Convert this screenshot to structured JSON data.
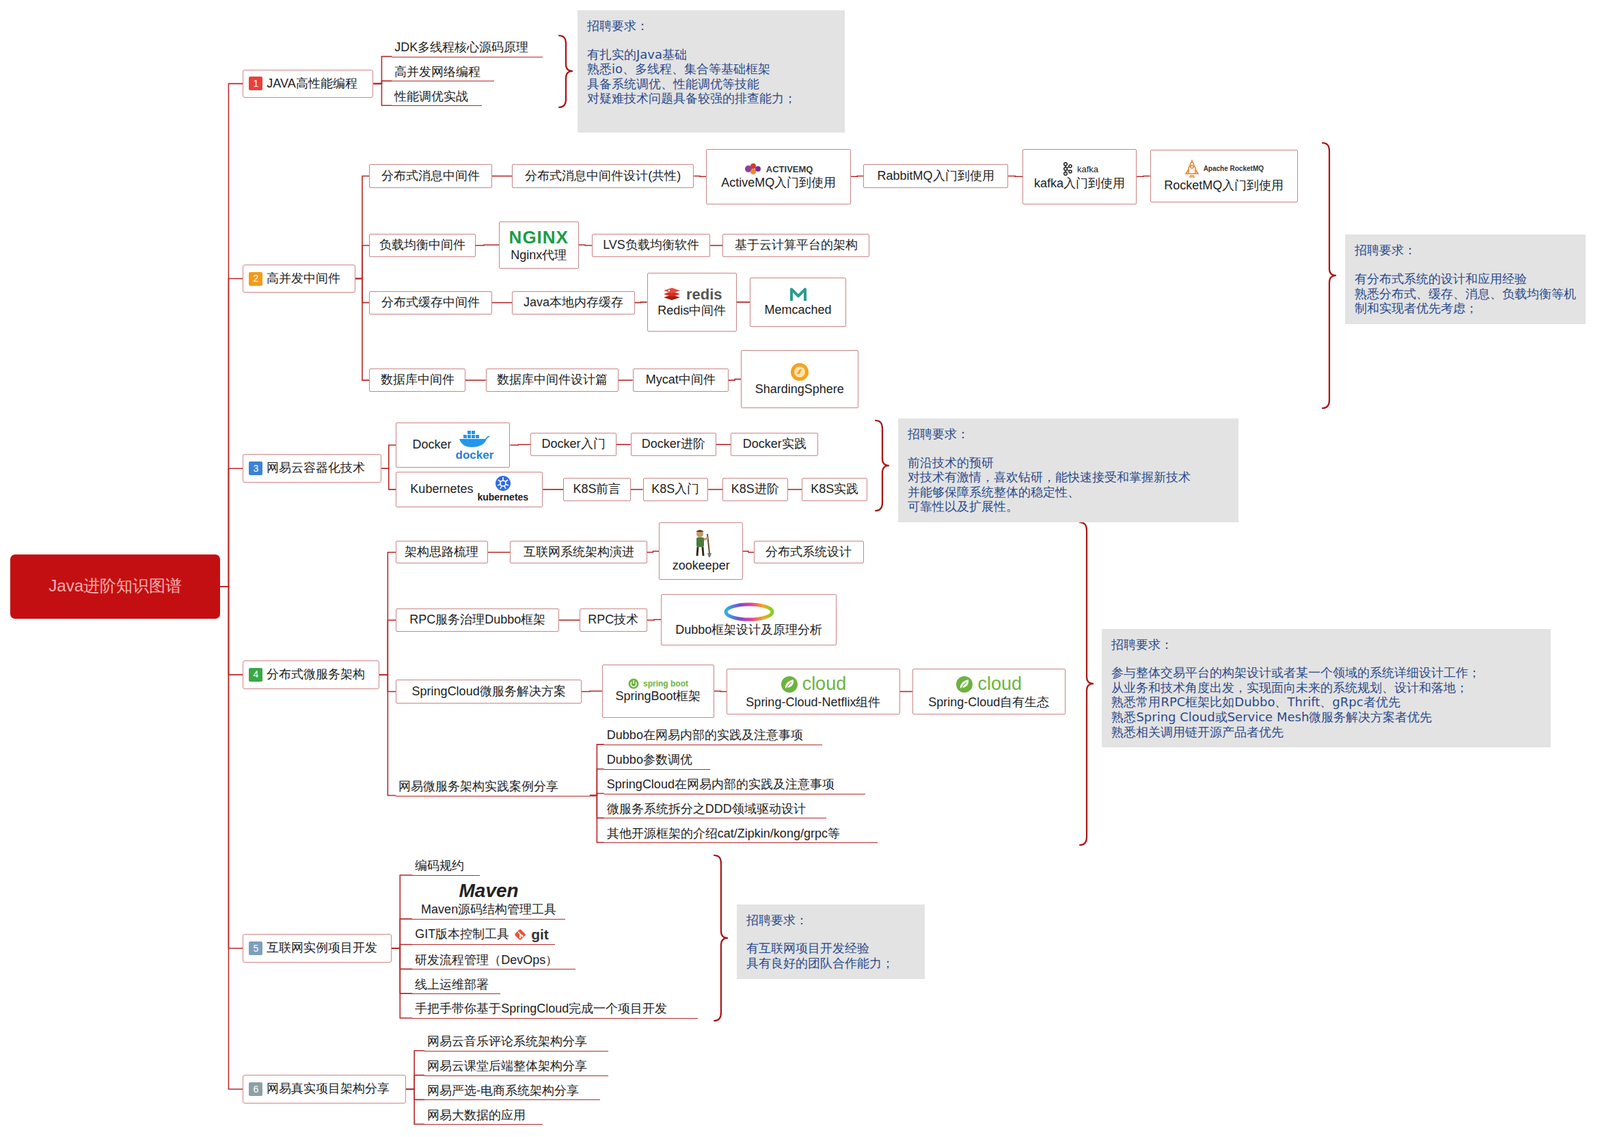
{
  "diagram": {
    "nodes": [
      {
        "text": [
          "Java进阶知识图谱"
        ]
      },
      {
        "text": [
          "1",
          "JAVA高性能编程"
        ]
      },
      {
        "text": [
          "JDK多线程核心源码原理"
        ]
      },
      {
        "text": [
          "高并发网络编程"
        ]
      },
      {
        "text": [
          "性能调优实战"
        ]
      },
      {
        "text": [
          "招聘要求：",
          "有扎实的Java基础",
          "熟悉io、多线程、集合等基础框架",
          "具备系统调优、性能调优等技能",
          "对疑难技术问题具备较强的排查能力；"
        ]
      },
      {
        "text": [
          "2",
          "高并发中间件"
        ]
      },
      {
        "text": [
          "分布式消息中间件"
        ]
      },
      {
        "text": [
          "分布式消息中间件设计(共性)"
        ]
      },
      {
        "text": [
          "ACTIVEMQ",
          "ActiveMQ入门到使用"
        ]
      },
      {
        "text": [
          "RabbitMQ入门到使用"
        ]
      },
      {
        "text": [
          "kafka",
          "kafka入门到使用"
        ]
      },
      {
        "text": [
          "Apache RocketMQ",
          "RocketMQ入门到使用"
        ]
      },
      {
        "text": [
          "负载均衡中间件"
        ]
      },
      {
        "text": [
          "NGINX",
          "Nginx代理"
        ]
      },
      {
        "text": [
          "LVS负载均衡软件"
        ]
      },
      {
        "text": [
          "基于云计算平台的架构"
        ]
      },
      {
        "text": [
          "分布式缓存中间件"
        ]
      },
      {
        "text": [
          "Java本地内存缓存"
        ]
      },
      {
        "text": [
          "redis",
          "Redis中间件"
        ]
      },
      {
        "text": [
          "Memcached"
        ]
      },
      {
        "text": [
          "数据库中间件"
        ]
      },
      {
        "text": [
          "数据库中间件设计篇"
        ]
      },
      {
        "text": [
          "Mycat中间件"
        ]
      },
      {
        "text": [
          "ShardingSphere"
        ]
      },
      {
        "text": [
          "招聘要求：",
          "有分布式系统的设计和应用经验",
          "熟悉分布式、缓存、消息、负载均衡等机制和实现者优先考虑；"
        ]
      },
      {
        "text": [
          "3",
          "网易云容器化技术"
        ]
      },
      {
        "text": [
          "Docker",
          "docker"
        ]
      },
      {
        "text": [
          "Docker入门"
        ]
      },
      {
        "text": [
          "Docker进阶"
        ]
      },
      {
        "text": [
          "Docker实践"
        ]
      },
      {
        "text": [
          "Kubernetes",
          "kubernetes"
        ]
      },
      {
        "text": [
          "K8S前言"
        ]
      },
      {
        "text": [
          "K8S入门"
        ]
      },
      {
        "text": [
          "K8S进阶"
        ]
      },
      {
        "text": [
          "K8S实践"
        ]
      },
      {
        "text": [
          "招聘要求：",
          "前沿技术的预研",
          "对技术有激情，喜欢钻研，能快速接受和掌握新技术",
          "并能够保障系统整体的稳定性、",
          "可靠性以及扩展性。"
        ]
      },
      {
        "text": [
          "4",
          "分布式微服务架构"
        ]
      },
      {
        "text": [
          "架构思路梳理"
        ]
      },
      {
        "text": [
          "互联网系统架构演进"
        ]
      },
      {
        "text": [
          "zookeeper"
        ]
      },
      {
        "text": [
          "分布式系统设计"
        ]
      },
      {
        "text": [
          "RPC服务治理Dubbo框架"
        ]
      },
      {
        "text": [
          "RPC技术"
        ]
      },
      {
        "text": [
          "Dubbo框架设计及原理分析"
        ]
      },
      {
        "text": [
          "SpringCloud微服务解决方案"
        ]
      },
      {
        "text": [
          "spring boot",
          "SpringBoot框架"
        ]
      },
      {
        "text": [
          "cloud",
          "Spring-Cloud-Netflix组件"
        ]
      },
      {
        "text": [
          "cloud",
          "Spring-Cloud自有生态"
        ]
      },
      {
        "text": [
          "网易微服务架构实践案例分享"
        ]
      },
      {
        "text": [
          "Dubbo在网易内部的实践及注意事项"
        ]
      },
      {
        "text": [
          "Dubbo参数调优"
        ]
      },
      {
        "text": [
          "SpringCloud在网易内部的实践及注意事项"
        ]
      },
      {
        "text": [
          "微服务系统拆分之DDD领域驱动设计"
        ]
      },
      {
        "text": [
          "其他开源框架的介绍cat/Zipkin/kong/grpc等"
        ]
      },
      {
        "text": [
          "招聘要求：",
          "参与整体交易平台的构架设计或者某一个领域的系统详细设计工作；",
          "从业务和技术角度出发，实现面向未来的系统规划、设计和落地；",
          "熟悉常用RPC框架比如Dubbo、Thrift、gRpc者优先",
          "熟悉Spring Cloud或Service Mesh微服务解决方案者优先",
          "熟悉相关调用链开源产品者优先"
        ]
      },
      {
        "text": [
          "5",
          "互联网实例项目开发"
        ]
      },
      {
        "text": [
          "编码规约"
        ]
      },
      {
        "text": [
          "Maven",
          "Maven源码结构管理工具"
        ]
      },
      {
        "text": [
          "GIT版本控制工具",
          "git"
        ]
      },
      {
        "text": [
          "研发流程管理（DevOps）"
        ]
      },
      {
        "text": [
          "线上运维部署"
        ]
      },
      {
        "text": [
          "手把手带你基于SpringCloud完成一个项目开发"
        ]
      },
      {
        "text": [
          "招聘要求：",
          "有互联网项目开发经验",
          "具有良好的团队合作能力；"
        ]
      },
      {
        "text": [
          "6",
          "网易真实项目架构分享"
        ]
      },
      {
        "text": [
          "网易云音乐评论系统架构分享"
        ]
      },
      {
        "text": [
          "网易云课堂后端整体架构分享"
        ]
      },
      {
        "text": [
          "网易严选-电商系统架构分享"
        ]
      },
      {
        "text": [
          "网易大数据的应用"
        ]
      }
    ],
    "edges": [
      {
        "from": 0,
        "to": 1,
        "arrow": "none"
      },
      {
        "from": 0,
        "to": 6,
        "arrow": "none"
      },
      {
        "from": 0,
        "to": 26,
        "arrow": "none"
      },
      {
        "from": 0,
        "to": 37,
        "arrow": "none"
      },
      {
        "from": 0,
        "to": 56,
        "arrow": "none"
      },
      {
        "from": 0,
        "to": 64,
        "arrow": "none"
      },
      {
        "from": 1,
        "to": 2,
        "arrow": "none"
      },
      {
        "from": 1,
        "to": 3,
        "arrow": "none"
      },
      {
        "from": 1,
        "to": 4,
        "arrow": "none"
      },
      {
        "from": 6,
        "to": 7,
        "arrow": "none"
      },
      {
        "from": 6,
        "to": 13,
        "arrow": "none"
      },
      {
        "from": 6,
        "to": 17,
        "arrow": "none"
      },
      {
        "from": 6,
        "to": 21,
        "arrow": "none"
      },
      {
        "from": 7,
        "to": 8,
        "arrow": "none"
      },
      {
        "from": 8,
        "to": 9,
        "arrow": "none"
      },
      {
        "from": 9,
        "to": 10,
        "arrow": "none"
      },
      {
        "from": 10,
        "to": 11,
        "arrow": "none"
      },
      {
        "from": 11,
        "to": 12,
        "arrow": "none"
      },
      {
        "from": 13,
        "to": 14,
        "arrow": "none"
      },
      {
        "from": 14,
        "to": 15,
        "arrow": "none"
      },
      {
        "from": 15,
        "to": 16,
        "arrow": "none"
      },
      {
        "from": 17,
        "to": 18,
        "arrow": "none"
      },
      {
        "from": 18,
        "to": 19,
        "arrow": "none"
      },
      {
        "from": 19,
        "to": 20,
        "arrow": "none"
      },
      {
        "from": 21,
        "to": 22,
        "arrow": "none"
      },
      {
        "from": 22,
        "to": 23,
        "arrow": "none"
      },
      {
        "from": 23,
        "to": 24,
        "arrow": "none"
      },
      {
        "from": 26,
        "to": 27,
        "arrow": "none"
      },
      {
        "from": 26,
        "to": 31,
        "arrow": "none"
      },
      {
        "from": 27,
        "to": 28,
        "arrow": "none"
      },
      {
        "from": 28,
        "to": 29,
        "arrow": "none"
      },
      {
        "from": 29,
        "to": 30,
        "arrow": "none"
      },
      {
        "from": 31,
        "to": 32,
        "arrow": "none"
      },
      {
        "from": 32,
        "to": 33,
        "arrow": "none"
      },
      {
        "from": 33,
        "to": 34,
        "arrow": "none"
      },
      {
        "from": 34,
        "to": 35,
        "arrow": "none"
      },
      {
        "from": 37,
        "to": 38,
        "arrow": "none"
      },
      {
        "from": 37,
        "to": 42,
        "arrow": "none"
      },
      {
        "from": 37,
        "to": 45,
        "arrow": "none"
      },
      {
        "from": 37,
        "to": 49,
        "arrow": "none"
      },
      {
        "from": 38,
        "to": 39,
        "arrow": "none"
      },
      {
        "from": 39,
        "to": 40,
        "arrow": "none"
      },
      {
        "from": 40,
        "to": 41,
        "arrow": "none"
      },
      {
        "from": 42,
        "to": 43,
        "arrow": "none"
      },
      {
        "from": 43,
        "to": 44,
        "arrow": "none"
      },
      {
        "from": 45,
        "to": 46,
        "arrow": "none"
      },
      {
        "from": 46,
        "to": 47,
        "arrow": "none"
      },
      {
        "from": 47,
        "to": 48,
        "arrow": "none"
      },
      {
        "from": 49,
        "to": 50,
        "arrow": "none"
      },
      {
        "from": 49,
        "to": 51,
        "arrow": "none"
      },
      {
        "from": 49,
        "to": 52,
        "arrow": "none"
      },
      {
        "from": 49,
        "to": 53,
        "arrow": "none"
      },
      {
        "from": 49,
        "to": 54,
        "arrow": "none"
      },
      {
        "from": 56,
        "to": 57,
        "arrow": "none"
      },
      {
        "from": 56,
        "to": 58,
        "arrow": "none"
      },
      {
        "from": 56,
        "to": 59,
        "arrow": "none"
      },
      {
        "from": 56,
        "to": 60,
        "arrow": "none"
      },
      {
        "from": 56,
        "to": 61,
        "arrow": "none"
      },
      {
        "from": 56,
        "to": 62,
        "arrow": "none"
      },
      {
        "from": 64,
        "to": 65,
        "arrow": "none"
      },
      {
        "from": 64,
        "to": 66,
        "arrow": "none"
      },
      {
        "from": 64,
        "to": 67,
        "arrow": "none"
      },
      {
        "from": 64,
        "to": 68,
        "arrow": "none"
      }
    ]
  }
}
